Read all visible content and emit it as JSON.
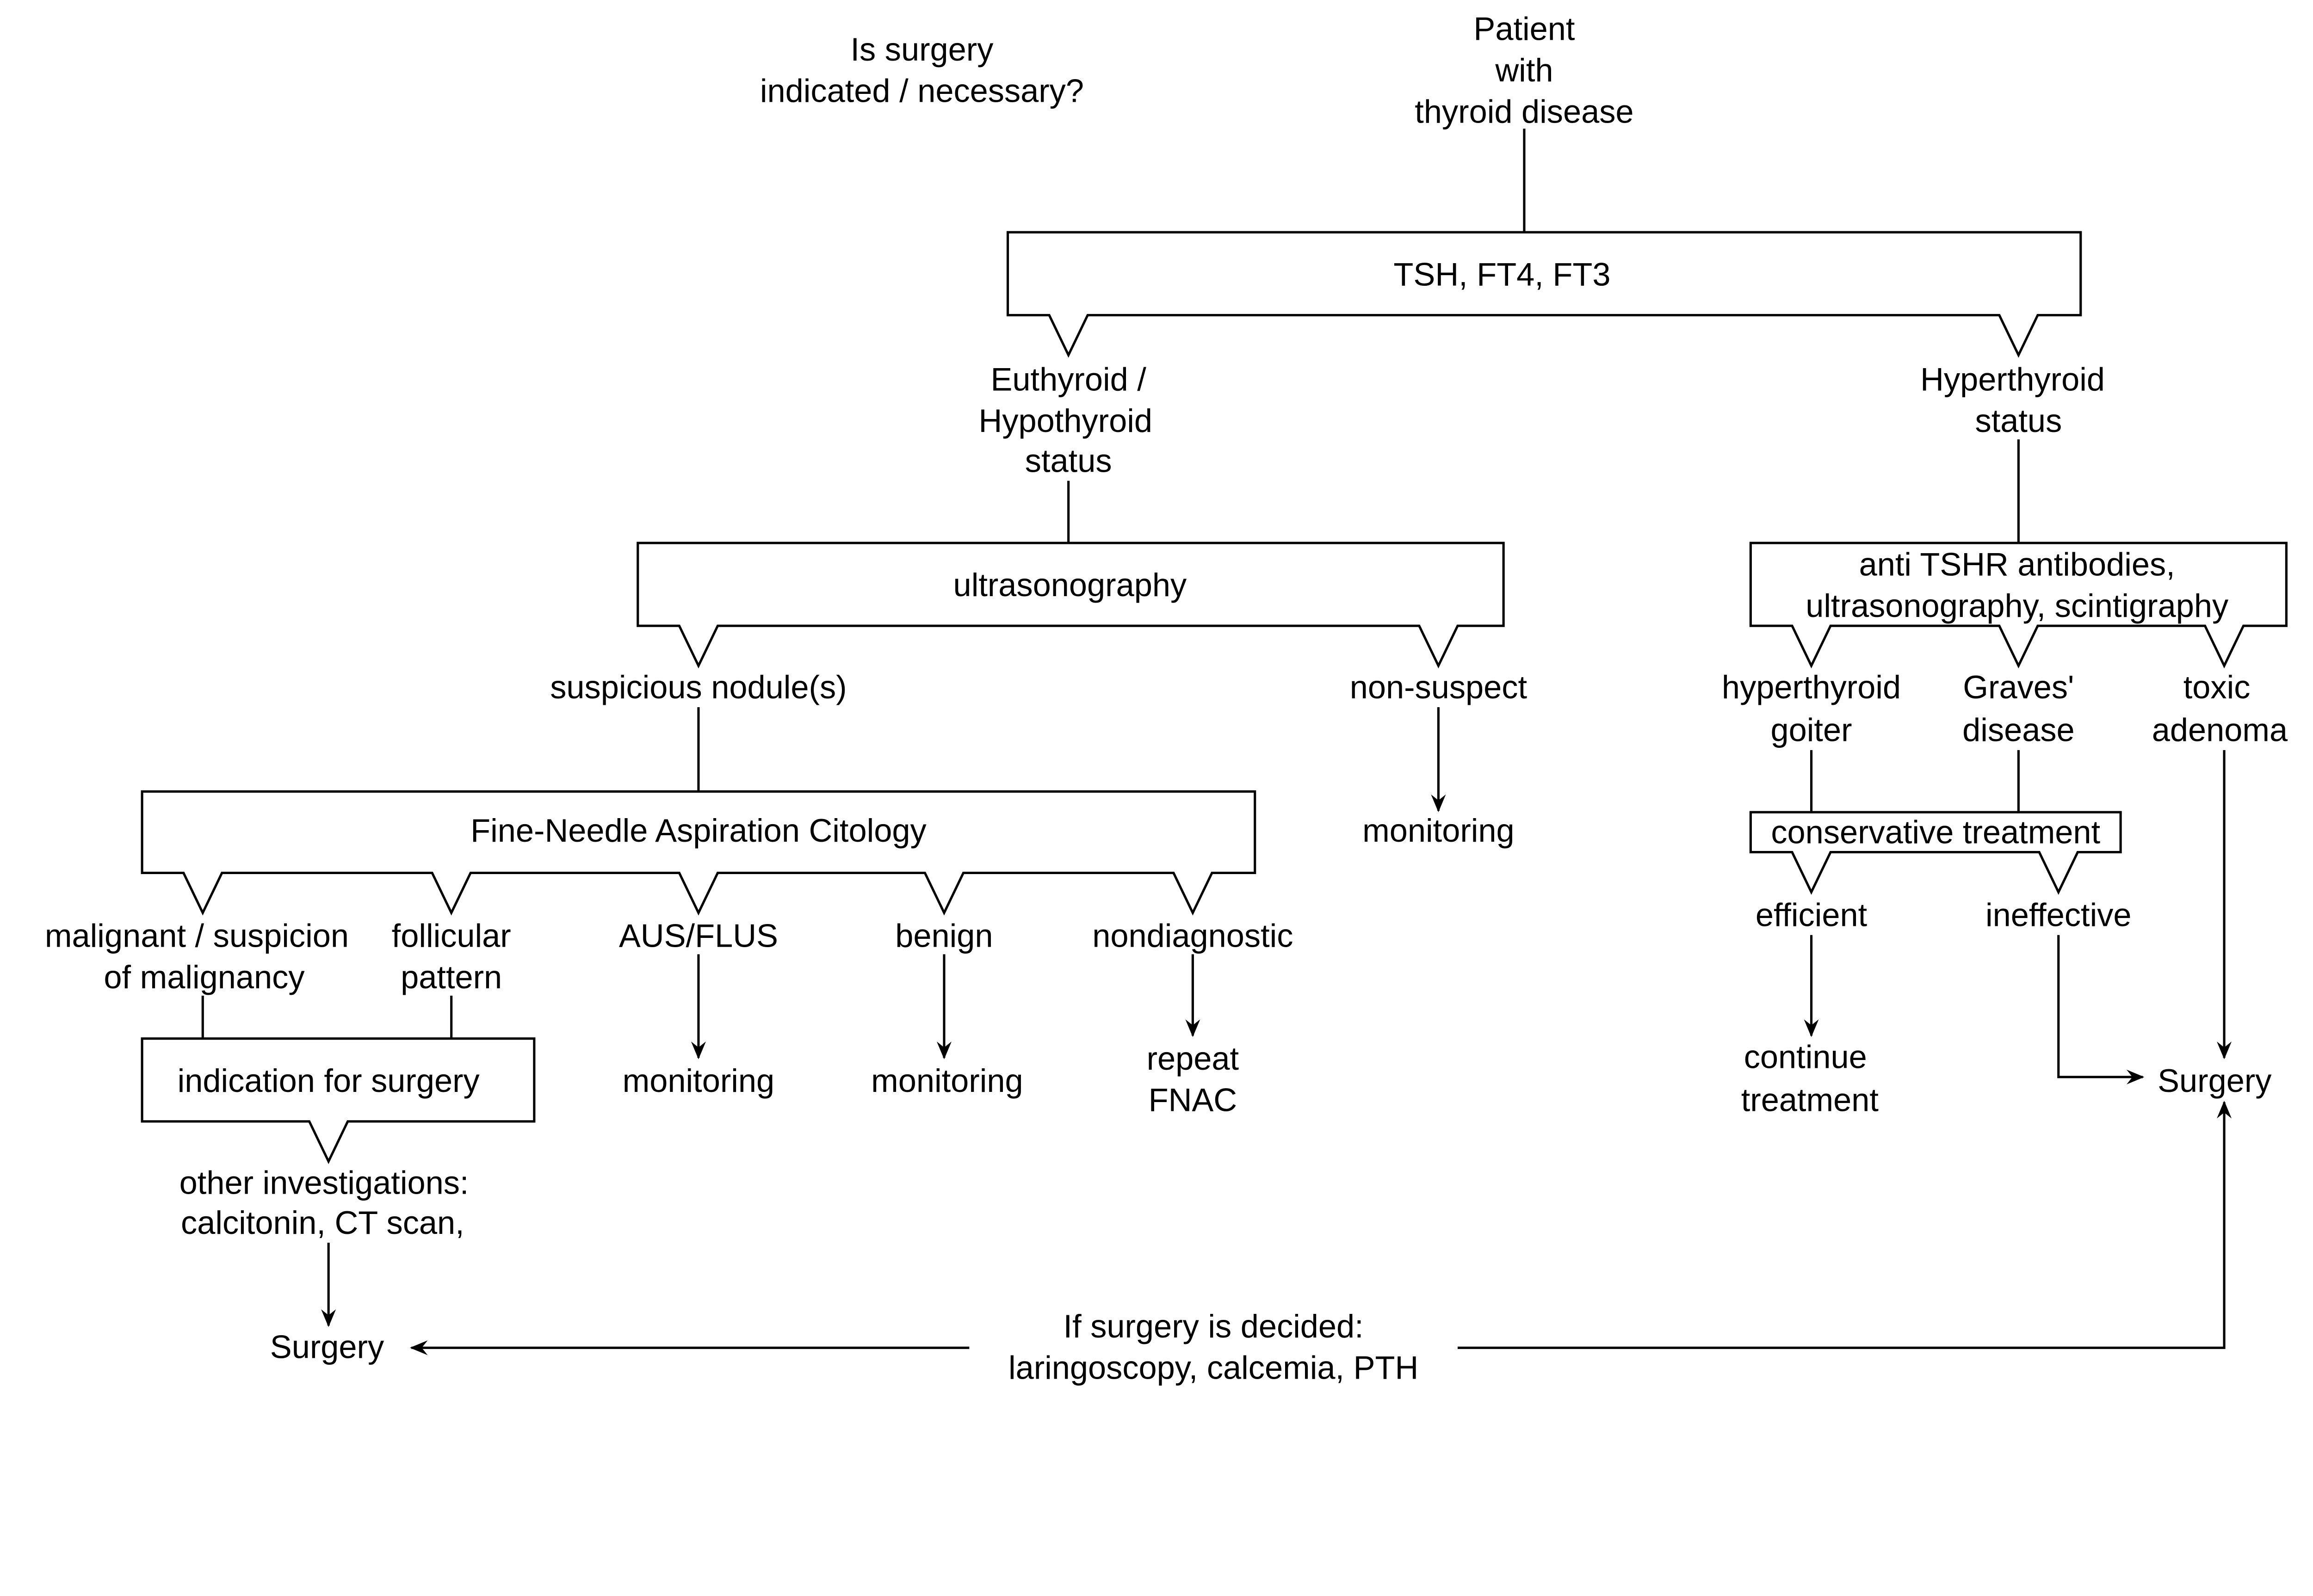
{
  "question": [
    "Is surgery",
    "indicated / necessary?"
  ],
  "patient": [
    "Patient",
    "with",
    "thyroid disease"
  ],
  "tests": "TSH, FT4, FT3",
  "euthyroid": [
    "Euthyroid /",
    "Hypothyroid",
    "status"
  ],
  "hyperthyroid": [
    "Hyperthyroid",
    "status"
  ],
  "ultrasonography": "ultrasonography",
  "suspicious": "suspicious nodule(s)",
  "non_suspect": "non-suspect",
  "monitoring_ns": "monitoring",
  "anti_tshr": [
    "anti TSHR antibodies,",
    "ultrasonography, scintigraphy"
  ],
  "hyper_goiter": [
    "hyperthyroid",
    "goiter"
  ],
  "graves": [
    "Graves'",
    "disease"
  ],
  "toxic": [
    "toxic",
    "adenoma"
  ],
  "fnac": "Fine-Needle Aspiration Citology",
  "malignant": [
    "malignant / suspicion",
    "of malignancy"
  ],
  "follicular": [
    "follicular",
    "pattern"
  ],
  "aus": "AUS/FLUS",
  "benign": "benign",
  "nondiagnostic": "nondiagnostic",
  "monitoring_aus": "monitoring",
  "monitoring_benign": "monitoring",
  "repeat": [
    "repeat",
    "FNAC"
  ],
  "indication": "indication for surgery",
  "other": [
    "other investigations:",
    "calcitonin, CT scan,"
  ],
  "surgery_left": "Surgery",
  "conservative": "conservative treatment",
  "efficient": "efficient",
  "ineffective": "ineffective",
  "continue": [
    "continue",
    "treatment"
  ],
  "surgery_right": "Surgery",
  "if_surgery": [
    "If surgery is decided:",
    "laringoscopy, calcemia, PTH"
  ]
}
